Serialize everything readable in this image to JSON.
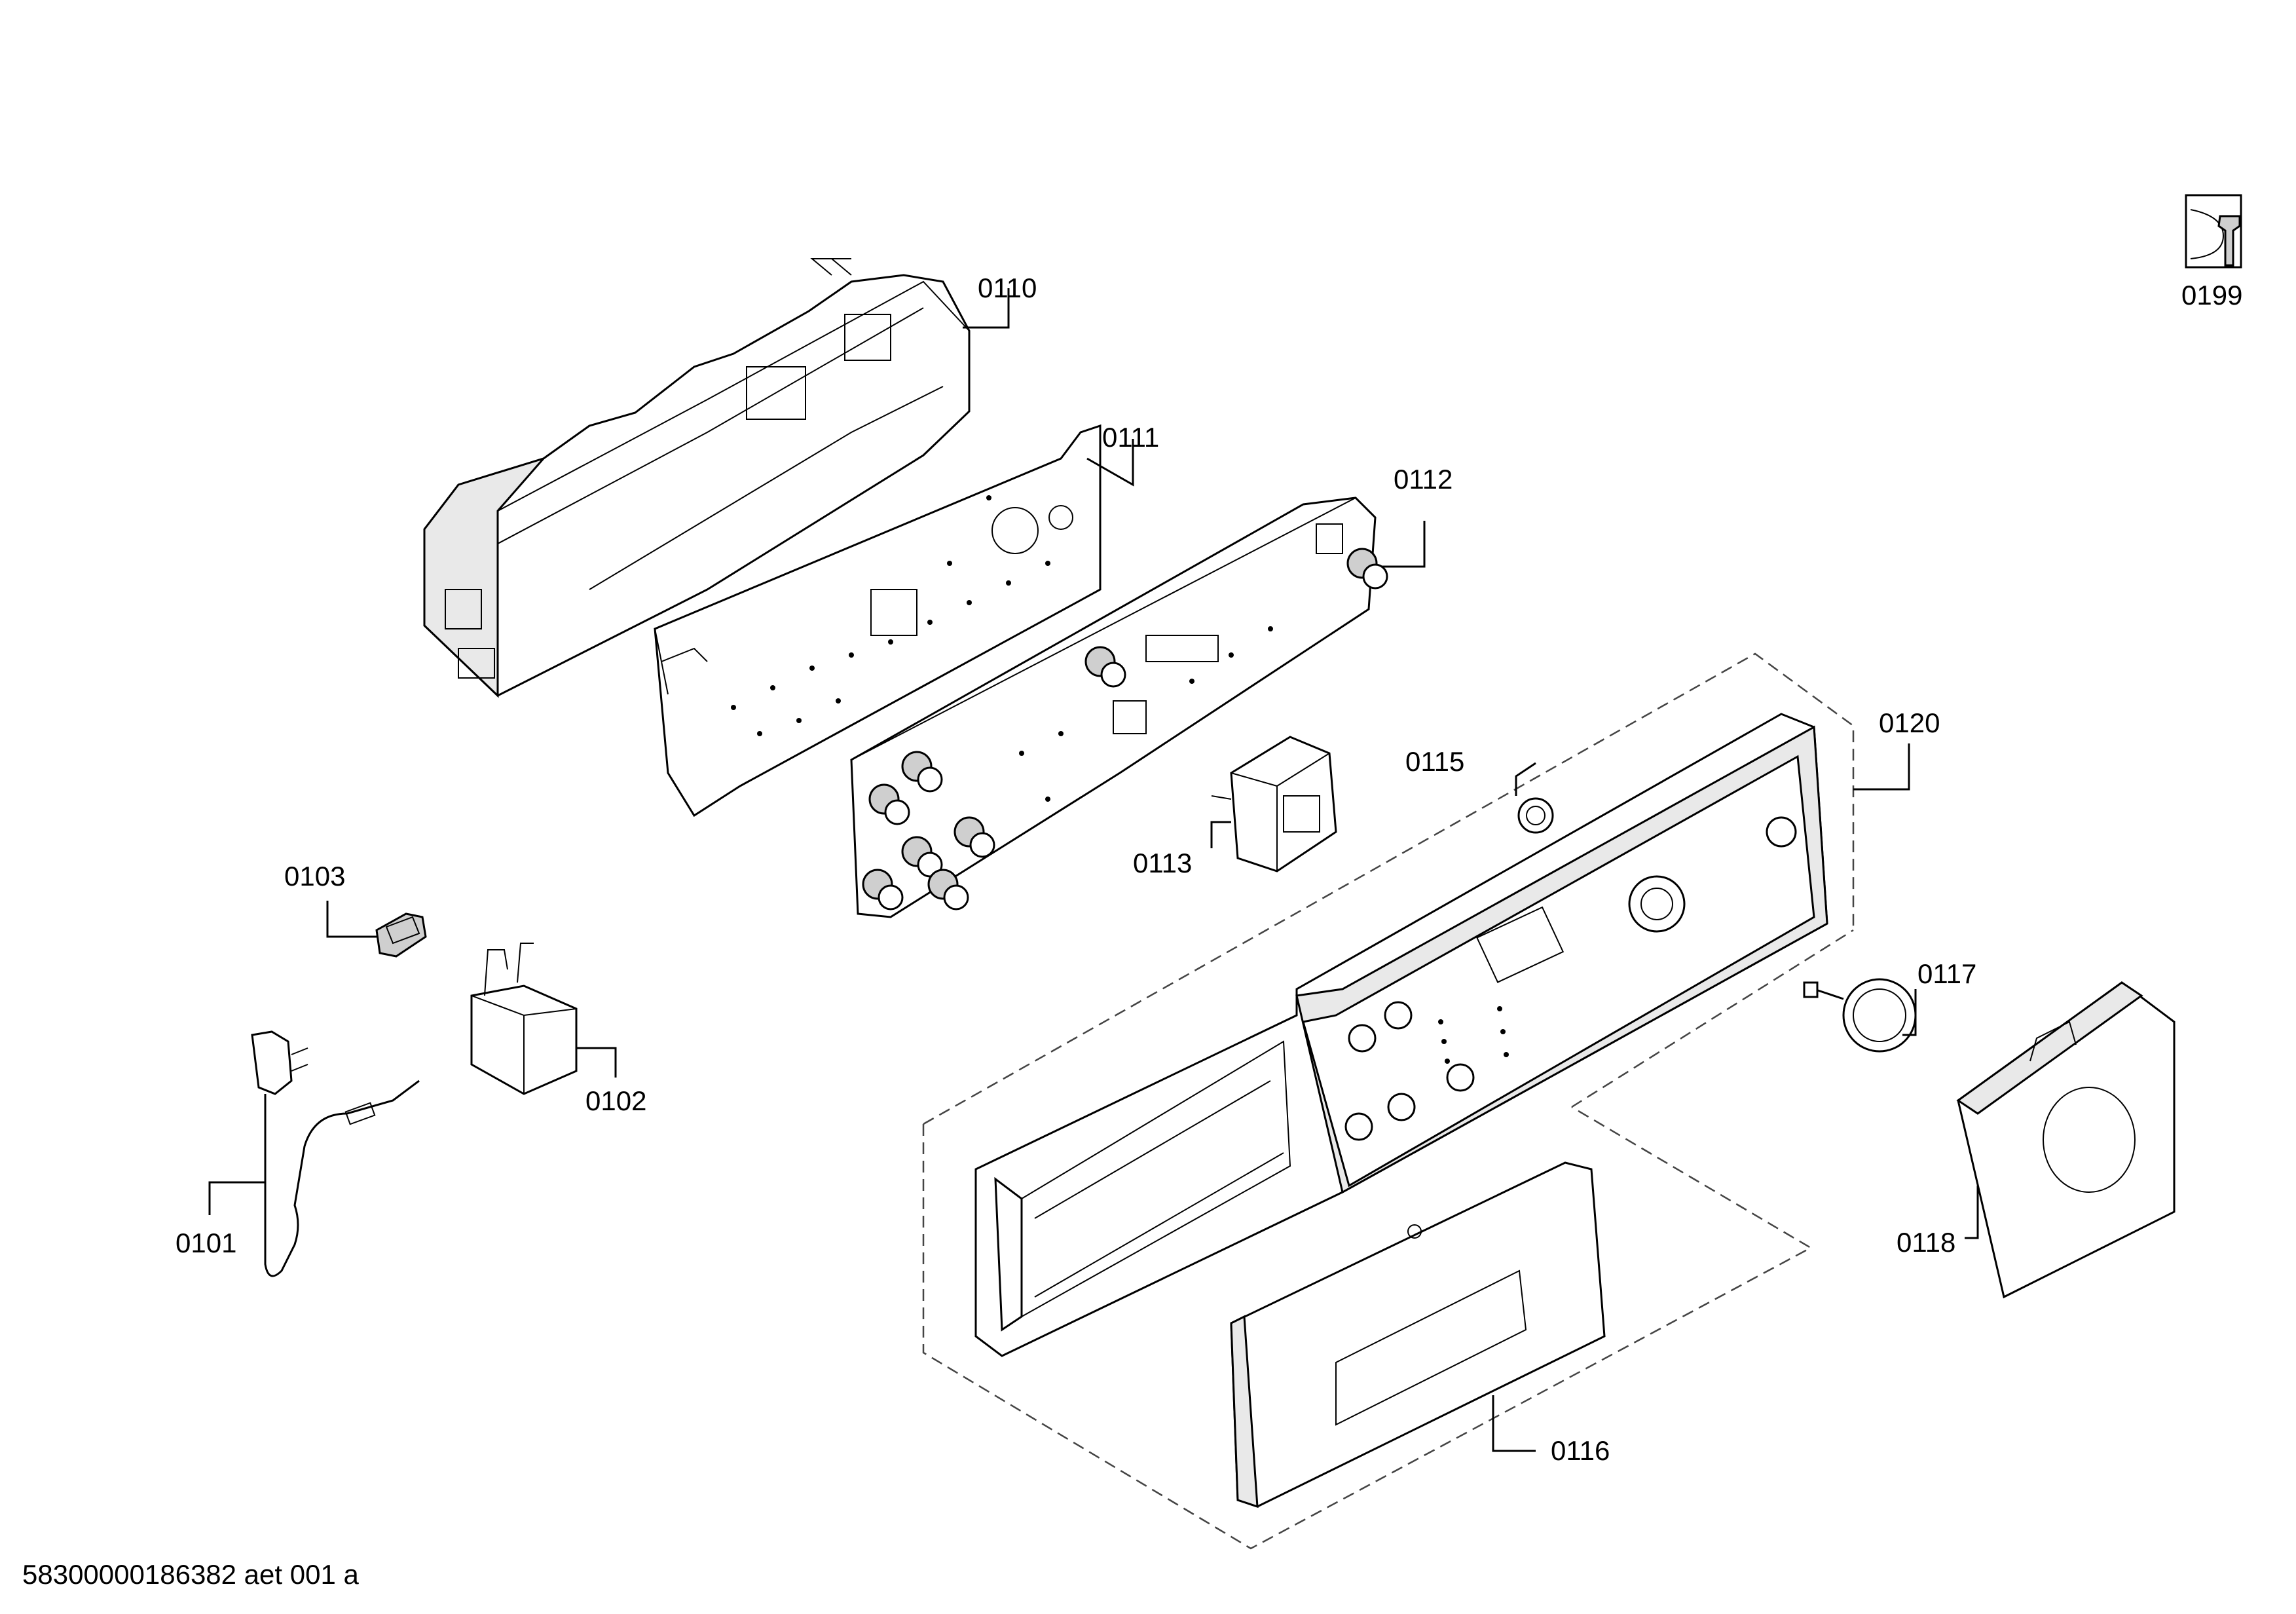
{
  "callouts": {
    "c0101": "0101",
    "c0102": "0102",
    "c0103": "0103",
    "c0110": "0110",
    "c0111": "0111",
    "c0112": "0112",
    "c0113": "0113",
    "c0115": "0115",
    "c0116": "0116",
    "c0117": "0117",
    "c0118": "0118",
    "c0120": "0120",
    "c0199": "0199"
  },
  "footer": {
    "document_id": "58300000186382 aet 001 a"
  },
  "icons": {
    "service_tool": "wrench-icon"
  }
}
